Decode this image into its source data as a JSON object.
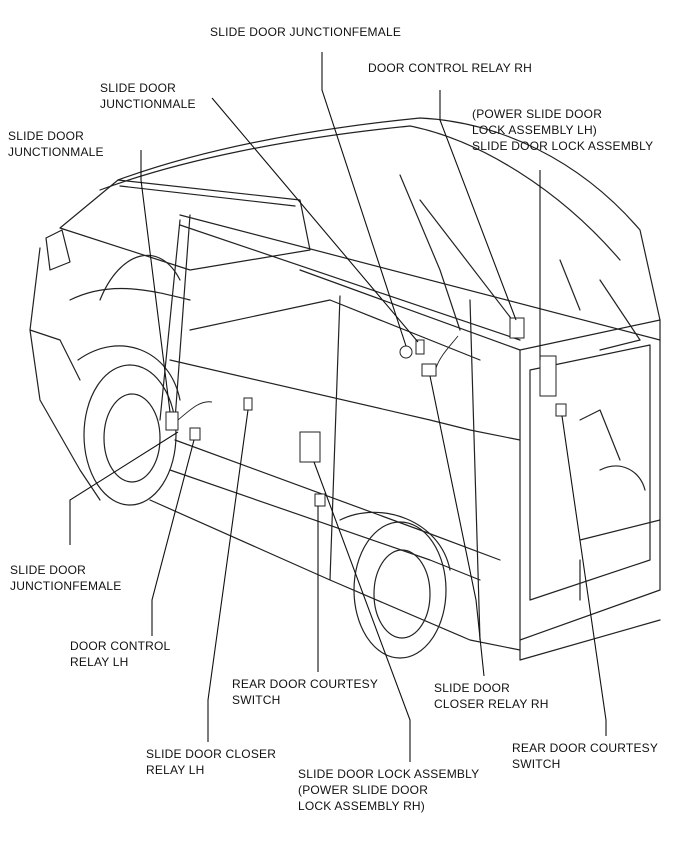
{
  "labels": {
    "slide_door_junction_female_top": [
      "SLIDE DOOR JUNCTIONFEMALE"
    ],
    "door_control_relay_rh": [
      "DOOR CONTROL RELAY RH"
    ],
    "slide_door_lock_assembly_lh": [
      "(POWER SLIDE DOOR",
      "LOCK ASSEMBLY LH)",
      "SLIDE DOOR LOCK ASSEMBLY"
    ],
    "slide_door_junction_male_mid": [
      "SLIDE DOOR",
      "JUNCTIONMALE"
    ],
    "slide_door_junction_male_left": [
      "SLIDE DOOR",
      "JUNCTIONMALE"
    ],
    "slide_door_junction_female_left": [
      "SLIDE DOOR",
      "JUNCTIONFEMALE"
    ],
    "door_control_relay_lh": [
      "DOOR CONTROL",
      "RELAY LH"
    ],
    "rear_door_courtesy_switch_center": [
      "REAR DOOR COURTESY",
      "SWITCH"
    ],
    "slide_door_closer_relay_rh": [
      "SLIDE DOOR",
      "CLOSER RELAY RH"
    ],
    "slide_door_closer_relay_lh": [
      "SLIDE DOOR CLOSER",
      "RELAY LH"
    ],
    "slide_door_lock_assembly_rh": [
      "SLIDE DOOR LOCK ASSEMBLY",
      "(POWER SLIDE DOOR",
      "LOCK ASSEMBLY RH)"
    ],
    "rear_door_courtesy_switch_right": [
      "REAR DOOR COURTESY",
      "SWITCH"
    ]
  }
}
